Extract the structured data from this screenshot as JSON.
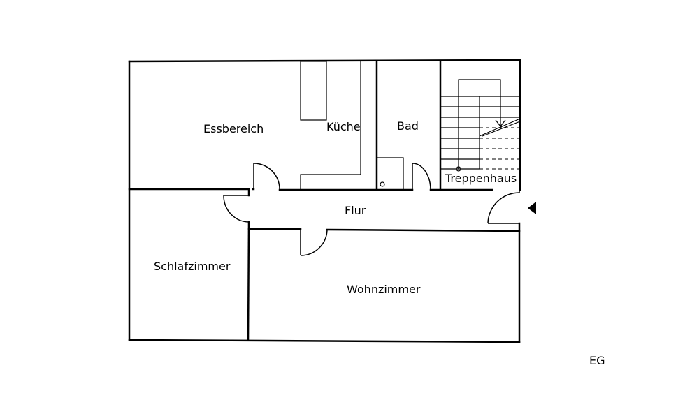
{
  "rooms": {
    "essbereich": "Essbereich",
    "kueche": "Küche",
    "bad": "Bad",
    "treppenhaus": "Treppenhaus",
    "flur": "Flur",
    "schlafzimmer": "Schlafzimmer",
    "wohnzimmer": "Wohnzimmer"
  },
  "floor_label": "EG",
  "colors": {
    "line": "#000000",
    "background": "#ffffff"
  }
}
